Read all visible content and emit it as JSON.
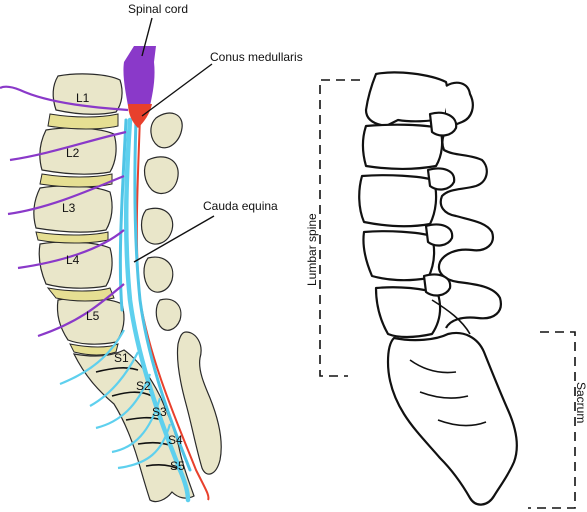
{
  "labels": {
    "spinal_cord": "Spinal cord",
    "conus_medullaris": "Conus medullaris",
    "cauda_equina": "Cauda equina",
    "lumbar_spine": "Lumbar spine",
    "sacrum": "Sacrum"
  },
  "vertebrae": [
    "L1",
    "L2",
    "L3",
    "L4",
    "L5"
  ],
  "sacral_segments": [
    "S1",
    "S2",
    "S3",
    "S4",
    "S5"
  ],
  "colors": {
    "spinal_cord": "#8a39c9",
    "conus_medullaris": "#e8402c",
    "cauda_equina": "#5ed0ee",
    "bone": "#e9e6c9",
    "disc": "#e6df93"
  }
}
